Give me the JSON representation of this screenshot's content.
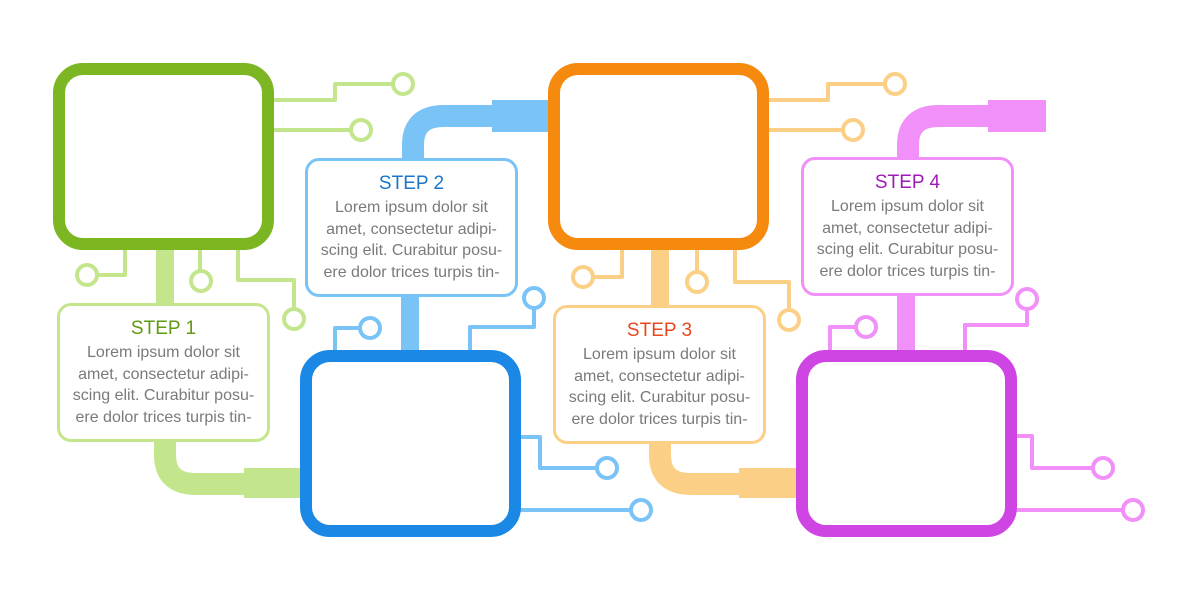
{
  "steps": [
    {
      "title": "STEP 1",
      "lines": [
        "Lorem ipsum dolor sit",
        "amet, consectetur adipi-",
        "scing elit. Curabitur posu-",
        "ere dolor trices turpis tin-"
      ],
      "color": "#7cb623",
      "light": "#c3e68c",
      "title_color": "#5e9a12"
    },
    {
      "title": "STEP 2",
      "lines": [
        "Lorem ipsum dolor sit",
        "amet, consectetur adipi-",
        "scing elit. Curabitur posu-",
        "ere dolor trices turpis tin-"
      ],
      "color": "#1a88e4",
      "light": "#79c3f7",
      "title_color": "#1a76c8"
    },
    {
      "title": "STEP 3",
      "lines": [
        "Lorem ipsum dolor sit",
        "amet, consectetur adipi-",
        "scing elit. Curabitur posu-",
        "ere dolor trices turpis tin-"
      ],
      "color": "#f68a0e",
      "light": "#fbcf85",
      "title_color": "#e8471c"
    },
    {
      "title": "STEP 4",
      "lines": [
        "Lorem ipsum dolor sit",
        "amet, consectetur adipi-",
        "scing elit. Curabitur posu-",
        "ere dolor trices turpis tin-"
      ],
      "color": "#cf45e4",
      "light": "#f090f8",
      "title_color": "#a019b8"
    }
  ]
}
